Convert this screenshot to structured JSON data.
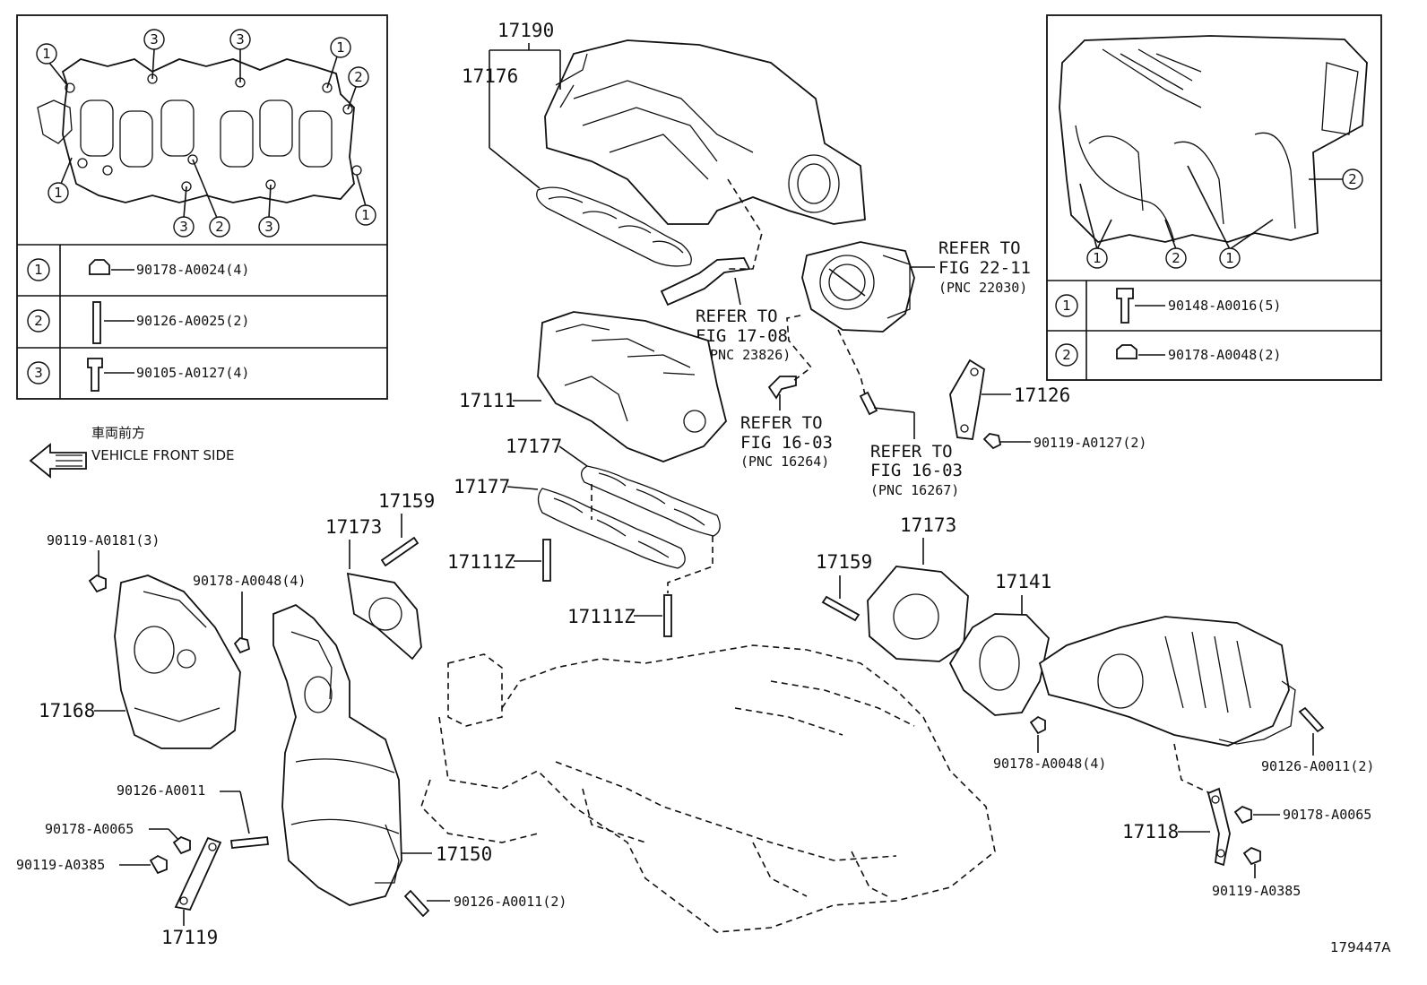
{
  "left_inset": {
    "callouts": [
      "1",
      "2",
      "3"
    ],
    "legend": [
      {
        "key": "1",
        "part": "90178-A0024(4)"
      },
      {
        "key": "2",
        "part": "90126-A0025(2)"
      },
      {
        "key": "3",
        "part": "90105-A0127(4)"
      }
    ]
  },
  "right_inset": {
    "callouts": [
      "1",
      "2"
    ],
    "legend": [
      {
        "key": "1",
        "part": "90148-A0016(5)"
      },
      {
        "key": "2",
        "part": "90178-A0048(2)"
      }
    ]
  },
  "direction": {
    "jp": "車両前方",
    "en": "VEHICLE FRONT SIDE"
  },
  "labels": {
    "p17190": "17190",
    "p17176": "17176",
    "p17111": "17111",
    "p17177a": "17177",
    "p17177b": "17177",
    "p17111z_a": "17111Z",
    "p17111z_b": "17111Z",
    "p17159_l": "17159",
    "p17173_l": "17173",
    "p17159_r": "17159",
    "p17173_r": "17173",
    "p17141": "17141",
    "p17126": "17126",
    "p17168": "17168",
    "p17150": "17150",
    "p17119": "17119",
    "p17118": "17118",
    "b90119_a0181": "90119-A0181(3)",
    "b90178_a0048_4l": "90178-A0048(4)",
    "b90126_a0011": "90126-A0011",
    "b90178_a0065_l": "90178-A0065",
    "b90119_a0385_l": "90119-A0385",
    "b90126_a0011_2l": "90126-A0011(2)",
    "b90119_a0127": "90119-A0127(2)",
    "b90178_a0048_4r": "90178-A0048(4)",
    "b90126_a0011_2r": "90126-A0011(2)",
    "b90178_a0065_r": "90178-A0065",
    "b90119_a0385_r": "90119-A0385"
  },
  "refers": [
    {
      "line1": "REFER TO",
      "line2": "FIG 22-11",
      "pnc": "(PNC 22030)"
    },
    {
      "line1": "REFER TO",
      "line2": "FIG 17-08",
      "pnc": "(PNC 23826)"
    },
    {
      "line1": "REFER TO",
      "line2": "FIG 16-03",
      "pnc": "(PNC 16264)"
    },
    {
      "line1": "REFER TO",
      "line2": "FIG 16-03",
      "pnc": "(PNC 16267)"
    }
  ],
  "illustration_id": "179447A"
}
